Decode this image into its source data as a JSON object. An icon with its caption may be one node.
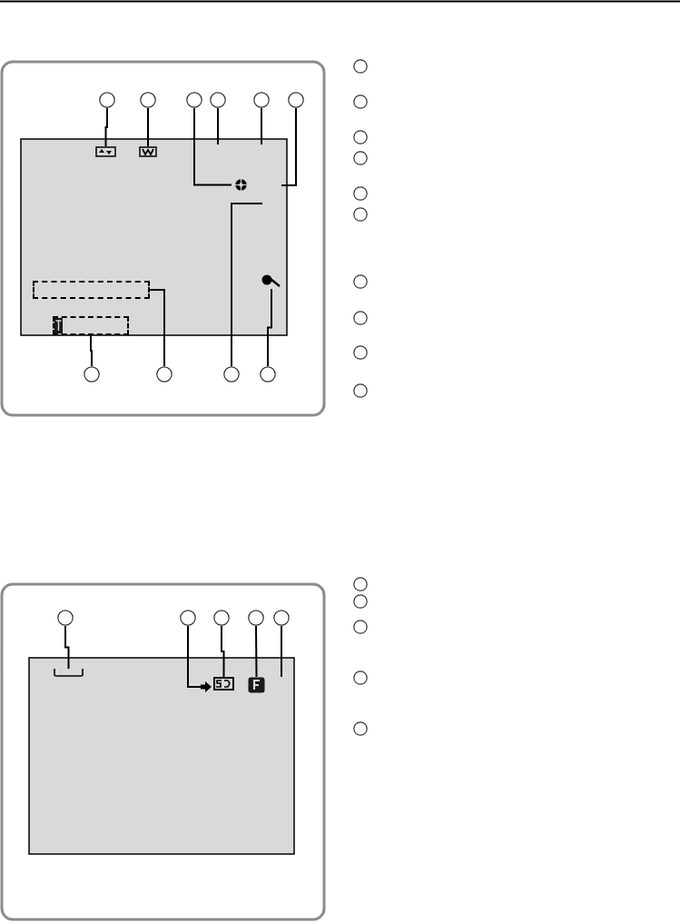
{
  "diagram": {
    "nodes": [
      {
        "text": [],
        "shape": "circle"
      },
      {
        "text": [],
        "shape": "circle"
      },
      {
        "text": [],
        "shape": "circle"
      },
      {
        "text": [],
        "shape": "circle"
      },
      {
        "text": [],
        "shape": "circle"
      },
      {
        "text": [],
        "shape": "circle"
      },
      {
        "text": [],
        "shape": "icon"
      },
      {
        "text": [],
        "shape": "icon"
      },
      {
        "text": [],
        "shape": "icon"
      },
      {
        "text": [],
        "shape": "icon"
      },
      {
        "text": [],
        "shape": "box"
      },
      {
        "text": [],
        "shape": "box"
      },
      {
        "text": [],
        "shape": "circle"
      },
      {
        "text": [],
        "shape": "circle"
      },
      {
        "text": [],
        "shape": "circle"
      },
      {
        "text": [],
        "shape": "circle"
      },
      {
        "text": [],
        "shape": "circle"
      },
      {
        "text": [],
        "shape": "circle"
      },
      {
        "text": [],
        "shape": "circle"
      },
      {
        "text": [],
        "shape": "circle"
      },
      {
        "text": [],
        "shape": "circle"
      },
      {
        "text": [],
        "shape": "circle"
      },
      {
        "text": [],
        "shape": "circle"
      },
      {
        "text": [],
        "shape": "circle"
      },
      {
        "text": [],
        "shape": "circle"
      },
      {
        "text": [],
        "shape": "circle"
      },
      {
        "text": [],
        "shape": "circle"
      },
      {
        "text": [],
        "shape": "circle"
      },
      {
        "text": [],
        "shape": "circle"
      },
      {
        "text": [],
        "shape": "circle"
      },
      {
        "text": [],
        "shape": "circle"
      },
      {
        "text": [],
        "shape": "bracket"
      },
      {
        "text": [],
        "shape": "arrow"
      },
      {
        "text": [],
        "shape": "icon"
      },
      {
        "text": [],
        "shape": "icon"
      },
      {
        "text": [],
        "shape": "circle"
      },
      {
        "text": [],
        "shape": "circle"
      },
      {
        "text": [],
        "shape": "circle"
      },
      {
        "text": [],
        "shape": "circle"
      },
      {
        "text": [],
        "shape": "circle"
      }
    ],
    "edges": [
      {
        "from": 0,
        "to": 6,
        "arrow": "none"
      },
      {
        "from": 1,
        "to": 7,
        "arrow": "none"
      },
      {
        "from": 2,
        "to": 8,
        "arrow": "none"
      },
      {
        "from": 3,
        "to": null,
        "arrow": "none"
      },
      {
        "from": 4,
        "to": null,
        "arrow": "none"
      },
      {
        "from": 5,
        "to": null,
        "arrow": "none"
      },
      {
        "from": 12,
        "to": 11,
        "arrow": "none"
      },
      {
        "from": 13,
        "to": 10,
        "arrow": "none"
      },
      {
        "from": 14,
        "to": null,
        "arrow": "none"
      },
      {
        "from": 15,
        "to": 9,
        "arrow": "none"
      },
      {
        "from": 26,
        "to": 31,
        "arrow": "none"
      },
      {
        "from": 27,
        "to": 32,
        "arrow": "none"
      },
      {
        "from": 28,
        "to": 33,
        "arrow": "none"
      },
      {
        "from": 29,
        "to": 34,
        "arrow": "none"
      },
      {
        "from": 30,
        "to": null,
        "arrow": "none"
      }
    ]
  }
}
